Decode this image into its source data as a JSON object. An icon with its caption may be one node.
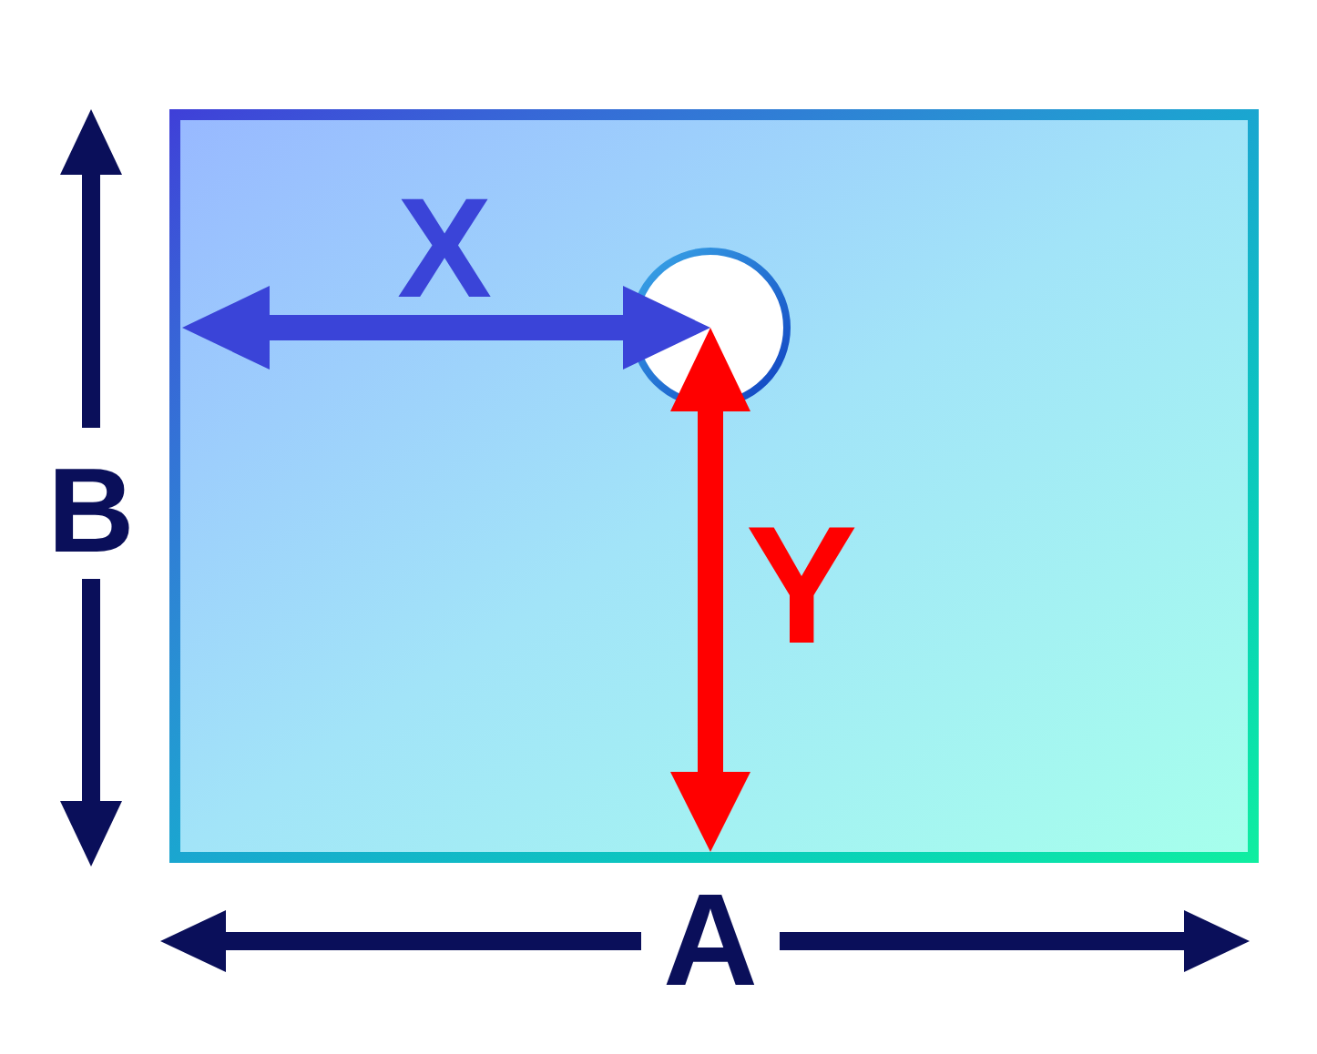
{
  "diagram": {
    "nodes": [
      {
        "text": [],
        "shape": "circle"
      }
    ],
    "labels": [
      "X",
      "B",
      "Y",
      "A"
    ]
  }
}
